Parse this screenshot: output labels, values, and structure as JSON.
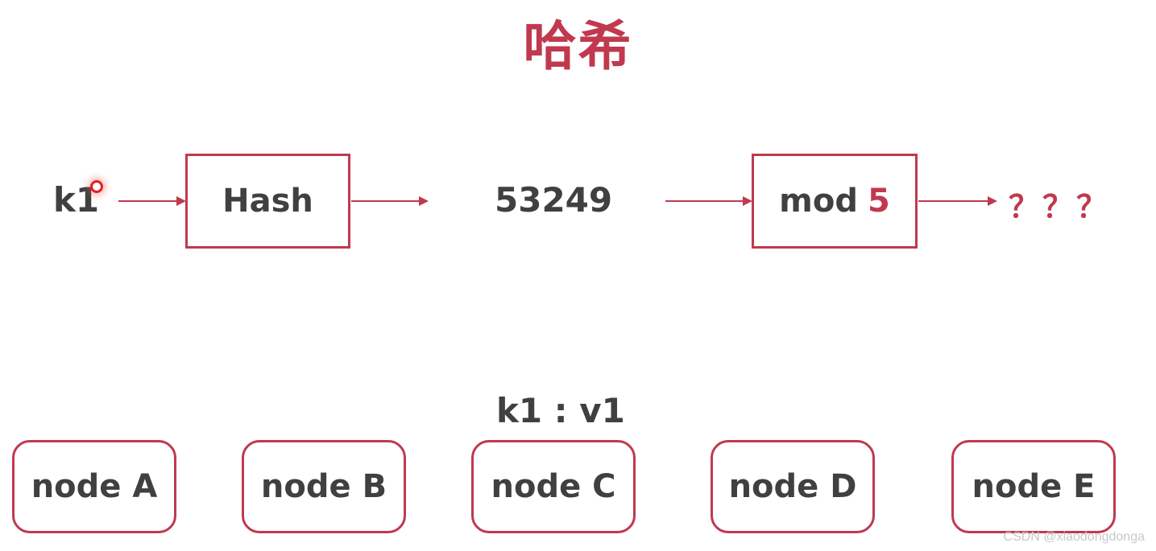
{
  "title": "哈希",
  "flow": {
    "key": "k1",
    "hash_box": "Hash",
    "hash_value": "53249",
    "mod_box_prefix": "mod",
    "mod_box_number": "5",
    "result": "？？？"
  },
  "kv_label": "k1 : v1",
  "nodes": [
    "node A",
    "node B",
    "node C",
    "node D",
    "node E"
  ],
  "watermark": "CSDN @xiaodongdonga",
  "colors": {
    "accent": "#c0394e",
    "text": "#404040"
  }
}
